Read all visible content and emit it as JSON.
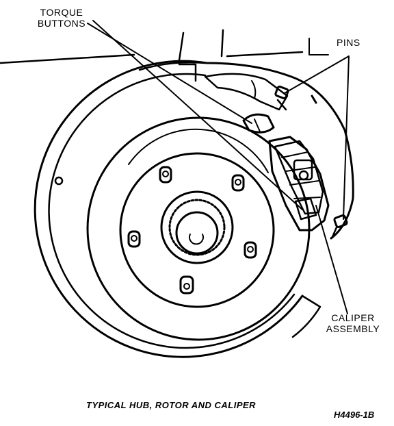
{
  "labels": {
    "torque_line1": "TORQUE",
    "torque_line2": "BUTTONS",
    "pins": "PINS",
    "caliper_line1": "CALIPER",
    "caliper_line2": "ASSEMBLY"
  },
  "caption": "TYPICAL HUB, ROTOR AND CALIPER",
  "figure_code": "H4496-1B",
  "colors": {
    "ink": "#000000",
    "paper": "#ffffff"
  }
}
